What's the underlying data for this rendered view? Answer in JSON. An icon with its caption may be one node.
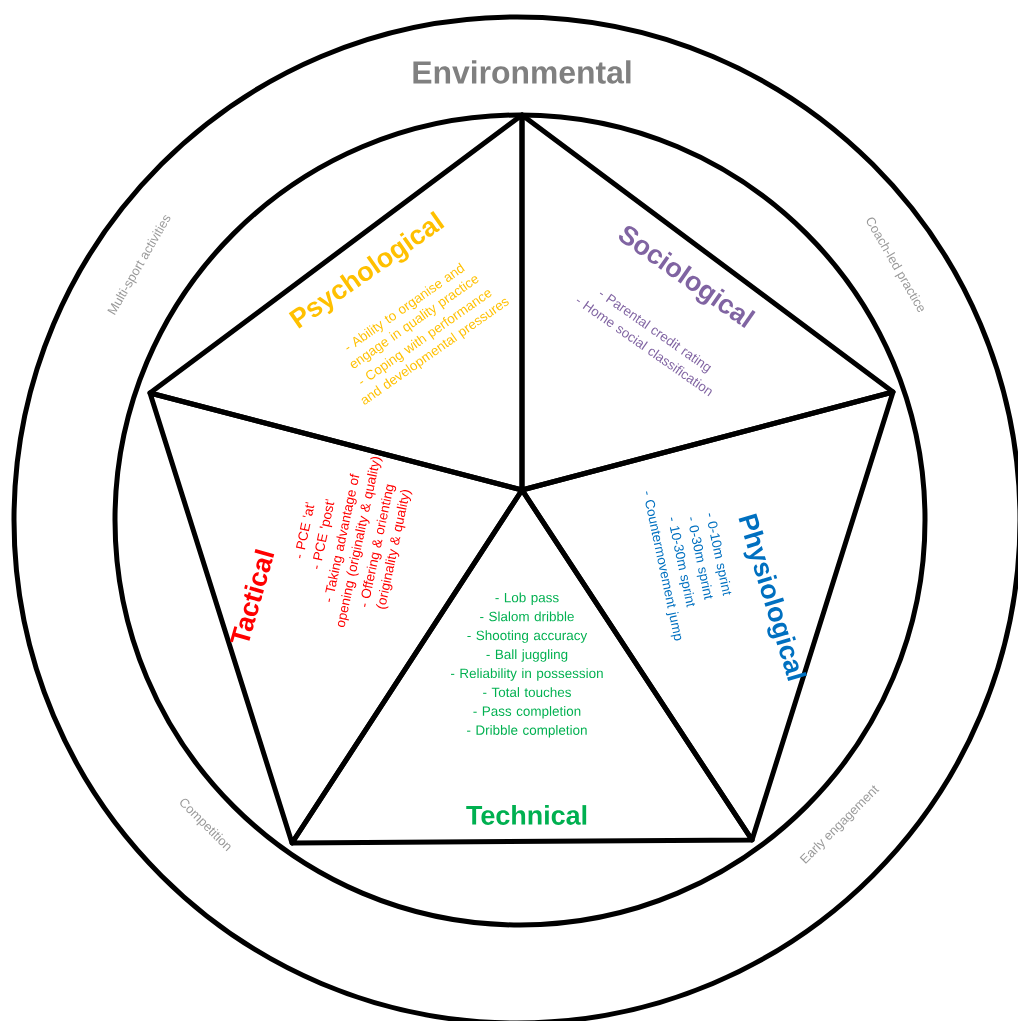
{
  "diagram": {
    "nodes": [
      {
        "text": [
          "Environmental",
          "Multi-sport activities",
          "Coach-led practice",
          "Competition",
          "Early engagement"
        ]
      },
      {
        "text": [
          "Psychological",
          "- Ability to organise and engage in quality practice",
          "- Coping with performance and developmental pressures"
        ],
        "in": 0
      },
      {
        "text": [
          "Sociological",
          "- Parental credit rating",
          "- Home social classification"
        ],
        "in": 0
      },
      {
        "text": [
          "Tactical",
          "- PCE 'at'",
          "- PCE 'post'",
          "- Taking advantage of opening (originality & quality)",
          "- Offering & orienting (originality & quality)"
        ],
        "in": 0
      },
      {
        "text": [
          "Physiological",
          "- 0-10m sprint",
          "- 0-30m sprint",
          "- 10-30m sprint",
          "- Countermovement jump"
        ],
        "in": 0
      },
      {
        "text": [
          "- Lob pass",
          "- Slalom dribble",
          "- Shooting accuracy",
          "- Ball juggling",
          "- Reliability in possession",
          "- Total touches",
          "- Pass completion",
          "- Dribble completion",
          "Technical"
        ],
        "in": 0
      }
    ],
    "edges": []
  }
}
